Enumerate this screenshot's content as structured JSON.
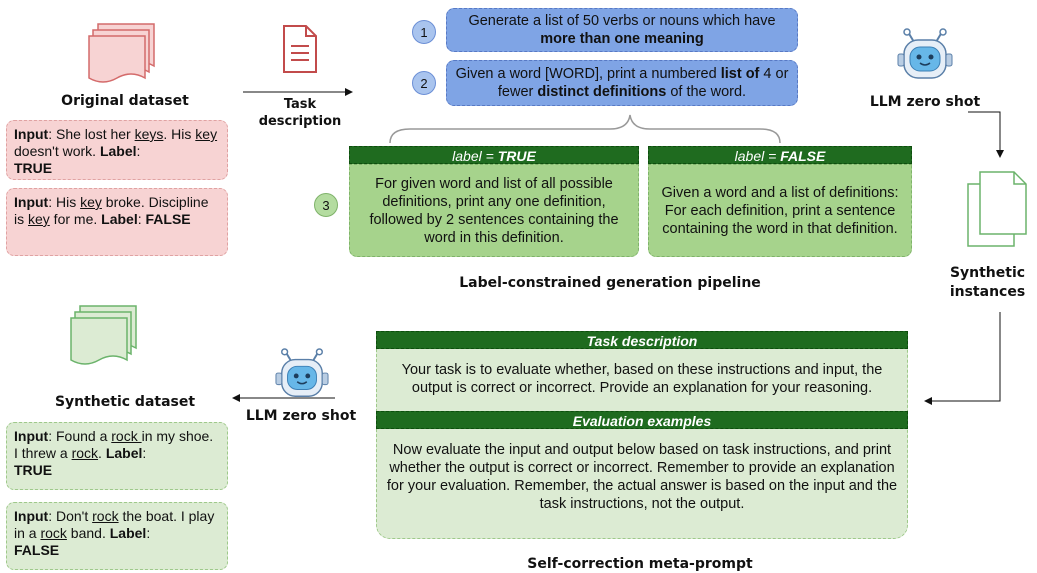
{
  "original": {
    "title": "Original dataset",
    "examples": [
      {
        "input_label": "Input",
        "p1": ": She lost her ",
        "w1": "keys",
        "p2": ". His ",
        "w2": "key",
        "p3": " doesn't work. ",
        "label_word": "Label",
        "sep": ":",
        "value": "TRUE"
      },
      {
        "input_label": "Input",
        "p1": ": His ",
        "w1": "key",
        "p2": " broke. Discipline is ",
        "w2": "key",
        "p3": " for me. ",
        "label_word": "Label",
        "sep": ": ",
        "value": "FALSE"
      }
    ]
  },
  "task_arrow_label": "Task\ndescription",
  "llm_zero_shot_top": "LLM zero shot",
  "llm_zero_shot_bottom": "LLM zero shot",
  "steps": {
    "s1_num": "1",
    "s1_text": "Generate a list of 50 verbs or nouns which have",
    "s1_bold": "more than one meaning",
    "s2_num": "2",
    "s2_a": "Given a word [WORD], print a numbered ",
    "s2_b": "list of",
    "s2_c": " 4 or fewer ",
    "s2_d": "distinct definitions",
    "s2_e": " of the word.",
    "s3_num": "3"
  },
  "label_true": {
    "prefix": "label = ",
    "value": "TRUE",
    "body": "For given word and list of all possible definitions, print any one definition, followed by 2 sentences containing the word in this definition."
  },
  "label_false": {
    "prefix": "label = ",
    "value": "FALSE",
    "body": "Given a word and a list of definitions: For each definition, print a sentence containing the word in that definition."
  },
  "pipeline_caption": "Label-constrained generation pipeline",
  "synthetic_instances": "Synthetic\ninstances",
  "meta": {
    "task_header": "Task description",
    "task_body": "Your task is to evaluate whether, based on these instructions and input, the output is correct or incorrect. Provide an explanation for your reasoning.",
    "eval_header": "Evaluation examples",
    "eval_body": "Now evaluate the input and output below based on task instructions, and print whether the output is correct or incorrect. Remember to provide an explanation for your evaluation. Remember, the actual answer is based on the input and the task instructions, not the output.",
    "caption": "Self-correction meta-prompt"
  },
  "synthetic": {
    "title": "Synthetic dataset",
    "examples": [
      {
        "input_label": "Input",
        "p1": ": Found a ",
        "w1": "rock ",
        "p2": "in my shoe. I threw a ",
        "w2": "rock",
        "p3": ". ",
        "label_word": "Label",
        "sep": ":",
        "value": "TRUE"
      },
      {
        "input_label": "Input",
        "p1": ": Don't ",
        "w1": "rock",
        "p2": " the boat. I play in a ",
        "w2": "rock",
        "p3": " band. ",
        "label_word": "Label",
        "sep": ":",
        "value": "FALSE"
      }
    ]
  },
  "colors": {
    "red": "#f7d3d3",
    "green_light": "#dcebd3",
    "green_mid": "#a6d38c",
    "green_dark": "#1f6b1f",
    "blue": "#7fa4e5"
  }
}
